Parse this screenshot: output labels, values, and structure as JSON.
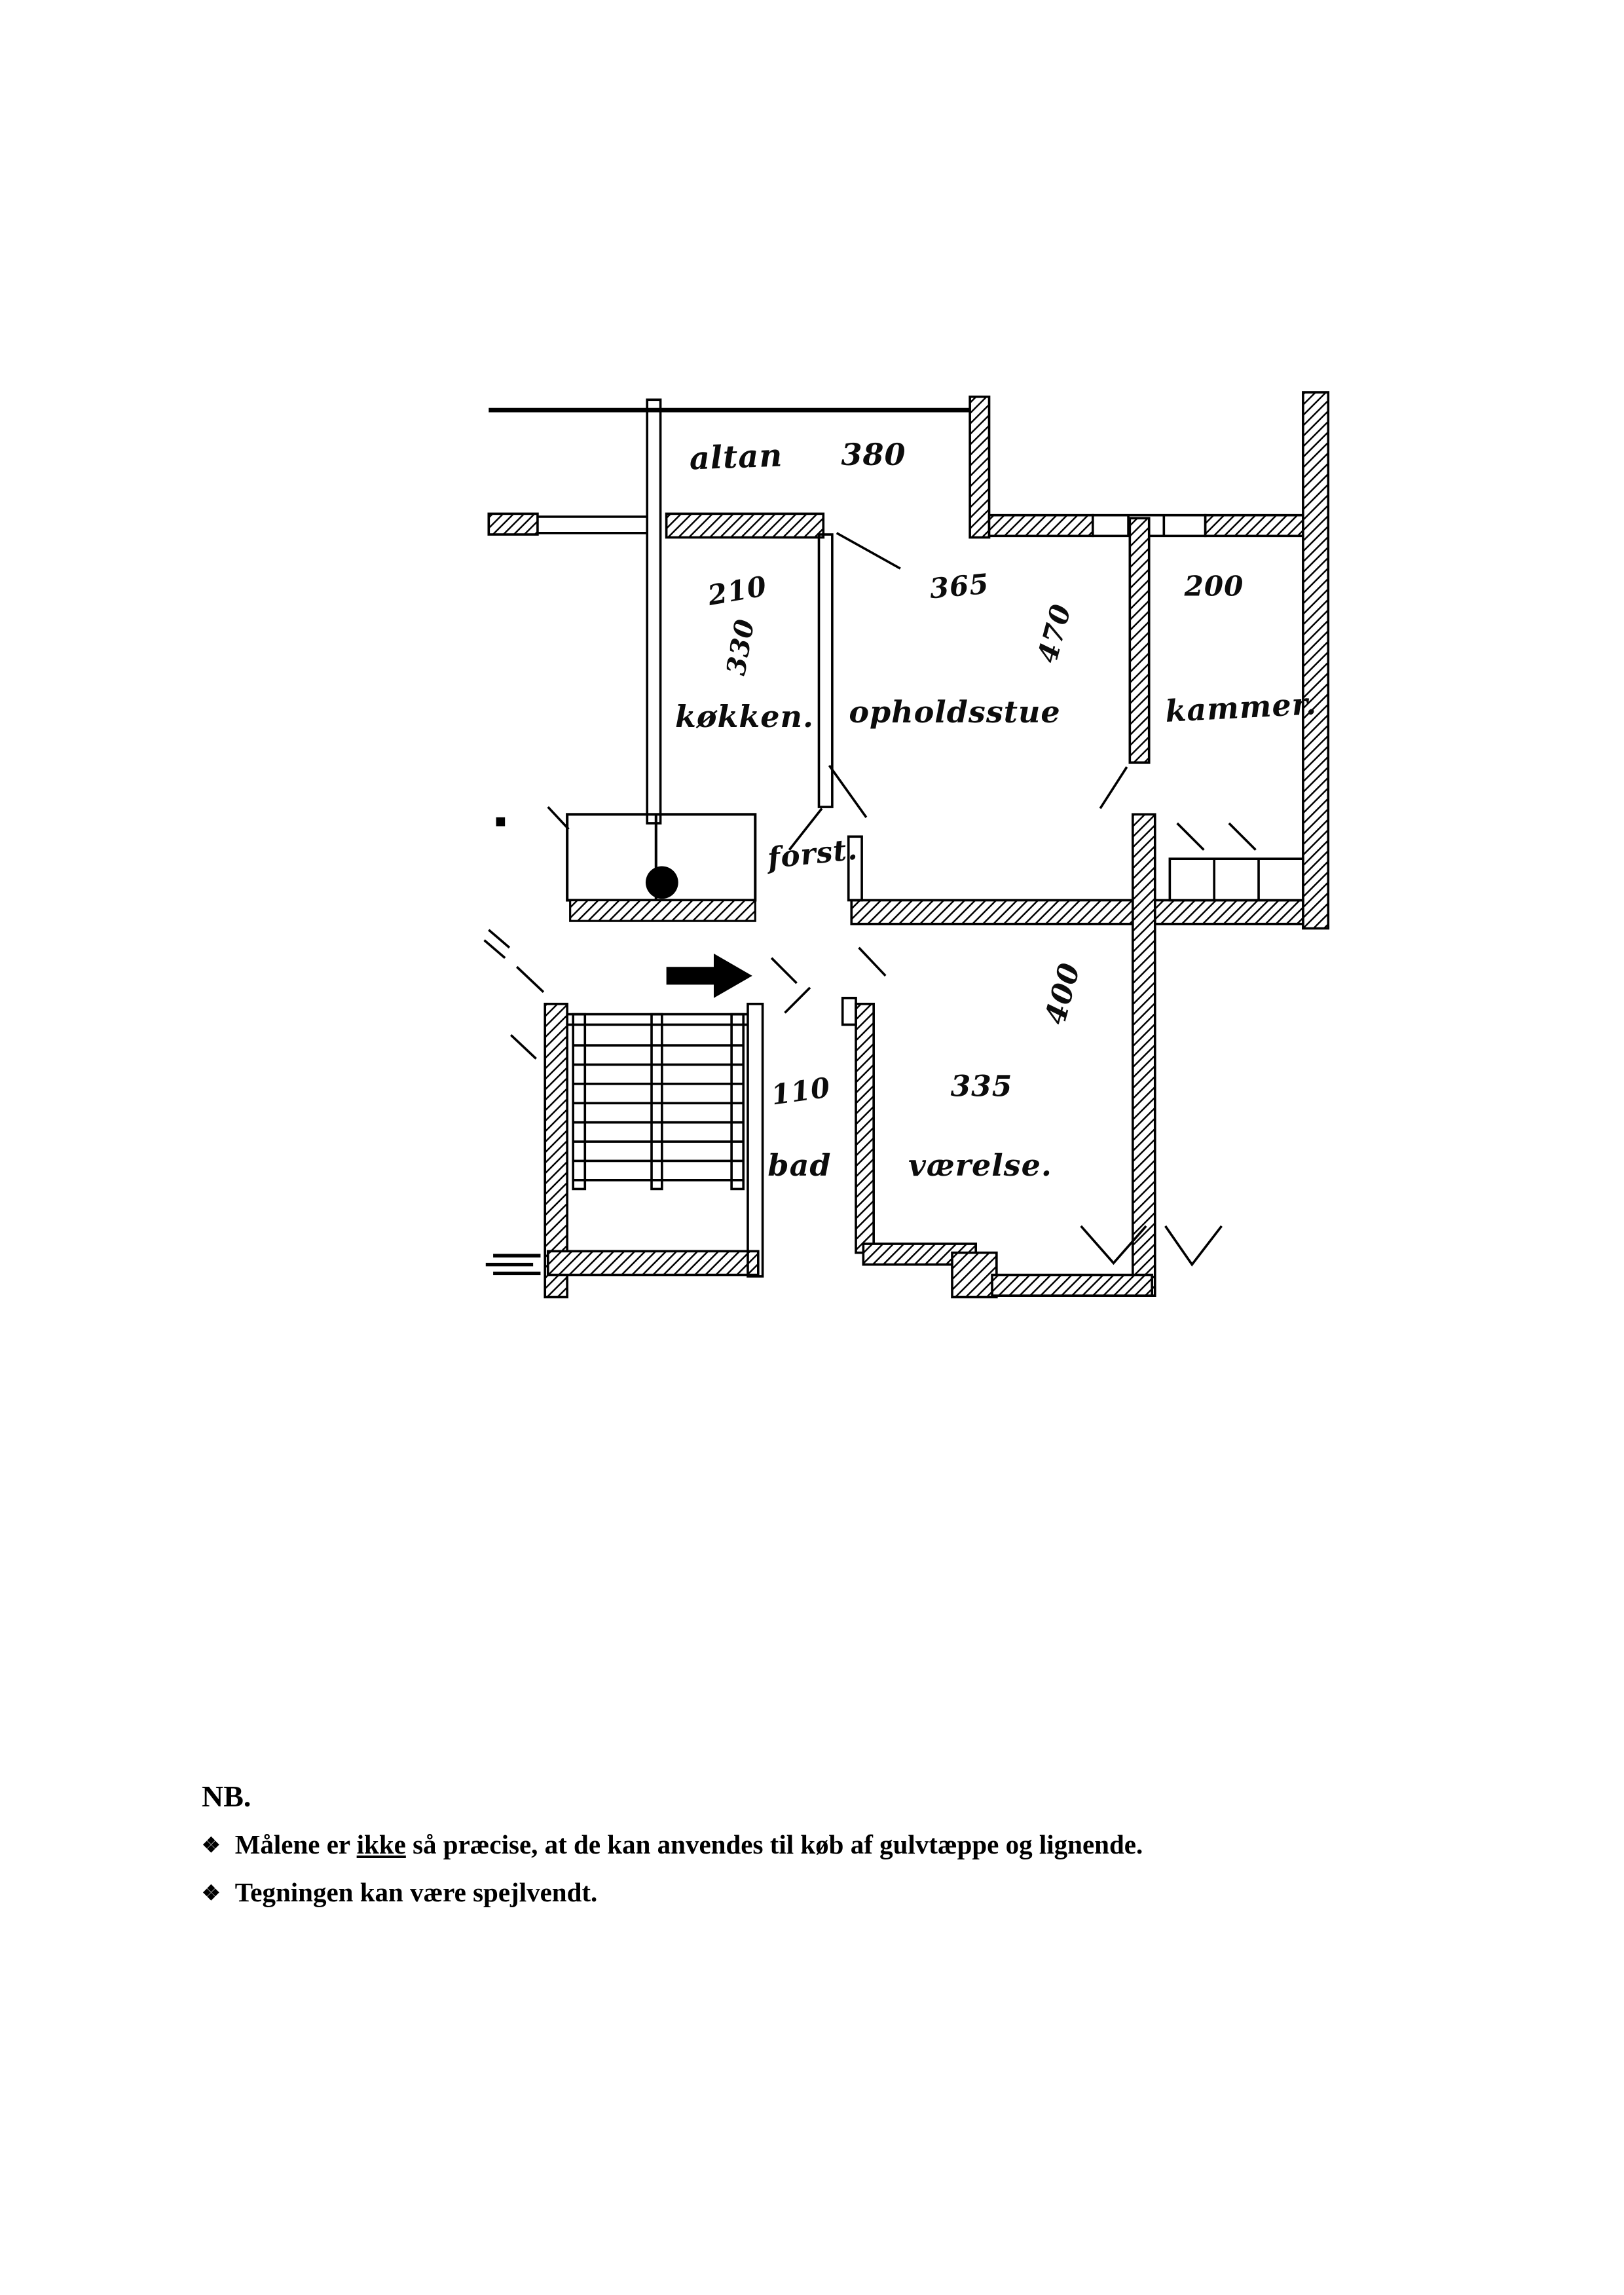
{
  "floorplan": {
    "labels": {
      "altan": "altan",
      "dim_altan": "380",
      "dim_kokken_w": "210",
      "dim_kokken_d": "330",
      "dim_stue_w": "365",
      "dim_stue_d": "470",
      "dim_kammer_w": "200",
      "kokken": "køkken.",
      "opholdsstue": "opholdsstue",
      "kammer": "kammer.",
      "forst": "forst.",
      "dim_vaerelse_d": "400",
      "dim_bad_w": "110",
      "dim_vaerelse_w": "335",
      "bad": "bad",
      "vaerelse": "værelse."
    }
  },
  "notes": {
    "heading": "NB.",
    "bullet_symbol": "❖",
    "line1": {
      "prefix": "Målene er ",
      "underlined": "ikke",
      "suffix": " så præcise, at de kan anvendes til køb af gulvtæppe og lignende."
    },
    "line2": "Tegningen kan være spejlvendt."
  },
  "colors": {
    "ink": "#000000",
    "paper": "#ffffff"
  }
}
